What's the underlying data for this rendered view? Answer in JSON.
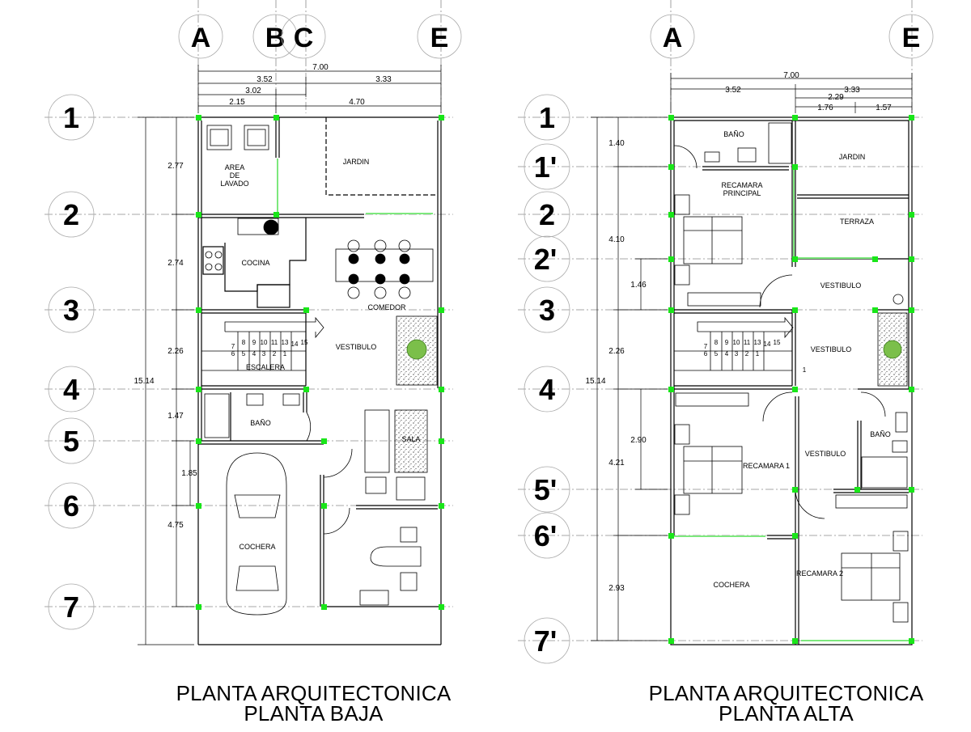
{
  "plan_baja": {
    "title_line1": "PLANTA ARQUITECTONICA",
    "title_line2": "PLANTA BAJA",
    "axes_letters": [
      "A",
      "B",
      "C",
      "E"
    ],
    "axes_numbers": [
      "1",
      "2",
      "3",
      "4",
      "5",
      "6",
      "7"
    ],
    "top_dims": [
      "7.00",
      "3.52",
      "3.33",
      "3.02",
      "2.15",
      "4.70"
    ],
    "side_dims": [
      "2.77",
      "2.74",
      "2.26",
      "1.47",
      "1.85",
      "4.75"
    ],
    "total_height": "15.14",
    "rooms": {
      "area_lavado": [
        "AREA",
        "DE",
        "LAVADO"
      ],
      "jardin": "JARDIN",
      "cocina": "COCINA",
      "comedor": "COMEDOR",
      "vestibulo": "VESTIBULO",
      "escalera": "ESCALERA",
      "bano": "BAÑO",
      "sala": "SALA",
      "cochera": "COCHERA"
    },
    "stair_top": [
      "8",
      "9",
      "10",
      "11",
      "13",
      "14",
      "15"
    ],
    "stair_bottom": [
      "6",
      "5",
      "4",
      "3",
      "2",
      "1"
    ],
    "stair_seven": "7"
  },
  "plan_alta": {
    "title_line1": "PLANTA ARQUITECTONICA",
    "title_line2": "PLANTA ALTA",
    "axes_letters": [
      "A",
      "E"
    ],
    "axes_numbers": [
      "1",
      "1'",
      "2",
      "2'",
      "3",
      "4",
      "5'",
      "6'",
      "7'"
    ],
    "top_dims": [
      "7.00",
      "3.52",
      "3.33",
      "2.29",
      "1.76",
      "1.57"
    ],
    "side_dims": [
      "1.40",
      "4.10",
      "1.46",
      "2.26",
      "2.90",
      "4.21",
      "2.93"
    ],
    "total_height": "15.14",
    "rooms": {
      "bano_top": "BAÑO",
      "jardin": "JARDIN",
      "recamara_principal": [
        "RECAMARA",
        "PRINCIPAL"
      ],
      "terraza": "TERRAZA",
      "vestibulo_1": "VESTIBULO",
      "vestibulo_2": "VESTIBULO",
      "vestibulo_3": "VESTIBULO",
      "bano_mid": "BAÑO",
      "recamara_1": "RECAMARA 1",
      "recamara_2": "RECAMARA 2",
      "cochera": "COCHERA"
    },
    "stair_top": [
      "8",
      "9",
      "10",
      "11",
      "13",
      "14",
      "15"
    ],
    "stair_bottom": [
      "6",
      "5",
      "4",
      "3",
      "2",
      "1"
    ],
    "stair_seven": "7",
    "stair_mark": "1"
  },
  "colors": {
    "line": "#000000",
    "grid_line": "#8a8a8a",
    "column_node": "#19e619",
    "window": "#7de87d"
  }
}
